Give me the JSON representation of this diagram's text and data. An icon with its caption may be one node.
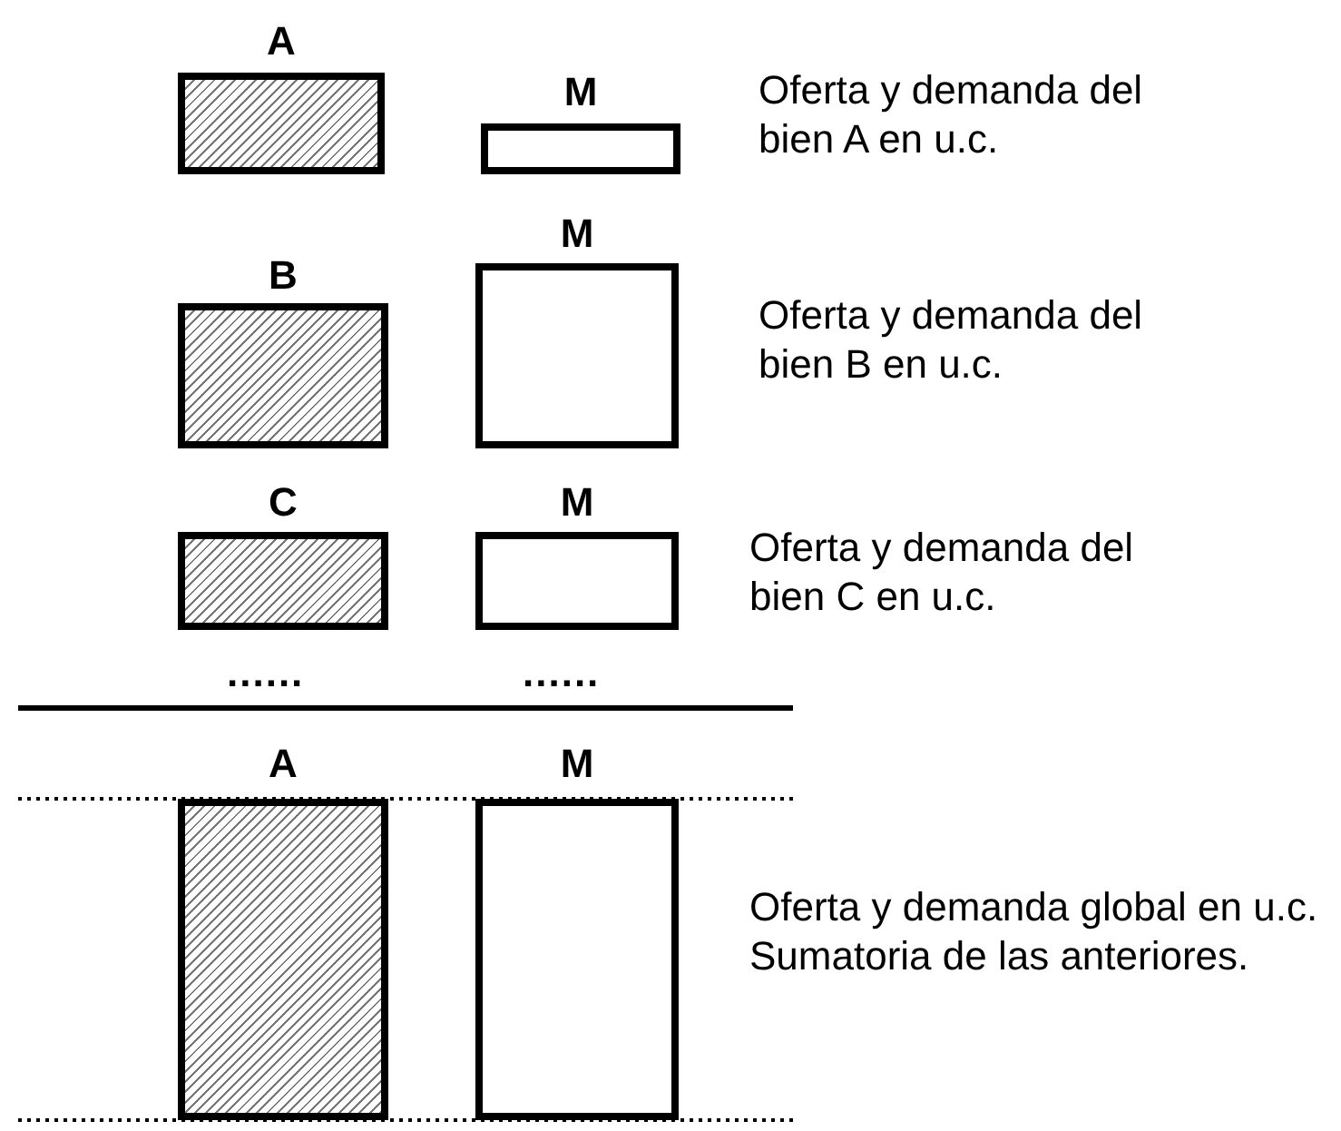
{
  "diagram": {
    "nodes": [
      {
        "text": [
          "A"
        ]
      },
      {
        "text": [
          "M"
        ]
      },
      {
        "text": [
          "B"
        ]
      },
      {
        "text": [
          "M"
        ]
      },
      {
        "text": [
          "C"
        ]
      },
      {
        "text": [
          "M"
        ]
      },
      {
        "text": [
          "A"
        ]
      },
      {
        "text": [
          "M"
        ]
      }
    ],
    "labels": [
      "Oferta y demanda del bien A en u.c.",
      "Oferta y demanda del bien B en u.c.",
      "Oferta y demanda del bien C en u.c.",
      "......",
      "......",
      "Oferta y demanda global en u.c. Sumatoria de las anteriores."
    ]
  }
}
